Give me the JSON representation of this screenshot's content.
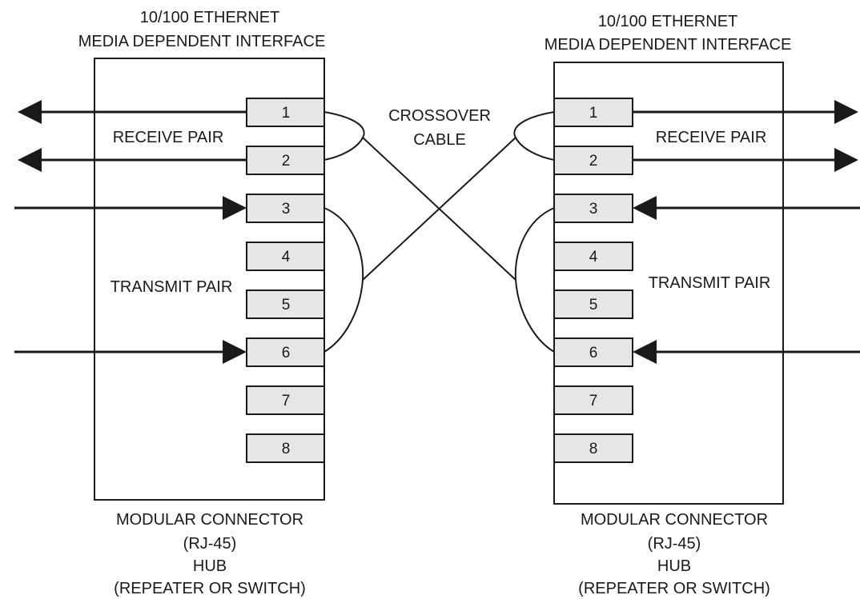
{
  "left": {
    "title_line1": "10/100 ETHERNET",
    "title_line2": "MEDIA DEPENDENT INTERFACE",
    "receive_pair": "RECEIVE PAIR",
    "transmit_pair": "TRANSMIT PAIR",
    "footer_line1": "MODULAR CONNECTOR",
    "footer_line2": "(RJ-45)",
    "footer_line3": "HUB",
    "footer_line4": "(REPEATER OR SWITCH)",
    "pins": [
      "1",
      "2",
      "3",
      "4",
      "5",
      "6",
      "7",
      "8"
    ]
  },
  "right": {
    "title_line1": "10/100 ETHERNET",
    "title_line2": "MEDIA DEPENDENT INTERFACE",
    "receive_pair": "RECEIVE PAIR",
    "transmit_pair": "TRANSMIT PAIR",
    "footer_line1": "MODULAR CONNECTOR",
    "footer_line2": "(RJ-45)",
    "footer_line3": "HUB",
    "footer_line4": "(REPEATER OR SWITCH)",
    "pins": [
      "1",
      "2",
      "3",
      "4",
      "5",
      "6",
      "7",
      "8"
    ]
  },
  "cable": {
    "line1": "CROSSOVER",
    "line2": "CABLE"
  }
}
